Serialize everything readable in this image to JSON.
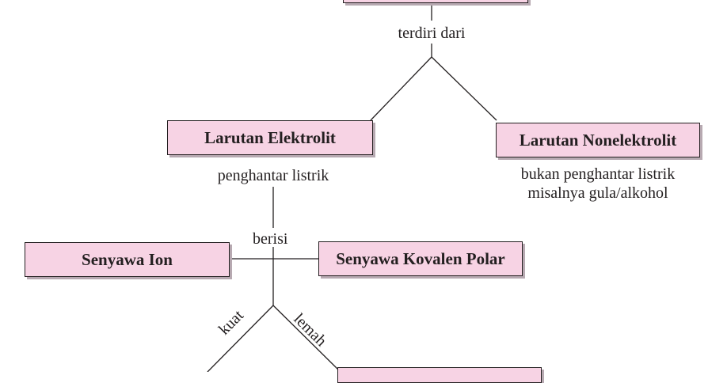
{
  "nodes": {
    "elektrolit": "Larutan Elektrolit",
    "nonelektrolit": "Larutan Nonelektrolit",
    "ion": "Senyawa Ion",
    "kovalen_polar": "Senyawa Kovalen Polar"
  },
  "labels": {
    "terdiri_dari": "terdiri dari",
    "penghantar": "penghantar listrik",
    "bukan_penghantar": "bukan penghantar listrik",
    "contoh": "misalnya gula/alkohol",
    "berisi": "berisi",
    "kuat": "kuat",
    "lemah": "lemah"
  },
  "colors": {
    "box_fill": "#f7d3e4",
    "line": "#231f20"
  }
}
